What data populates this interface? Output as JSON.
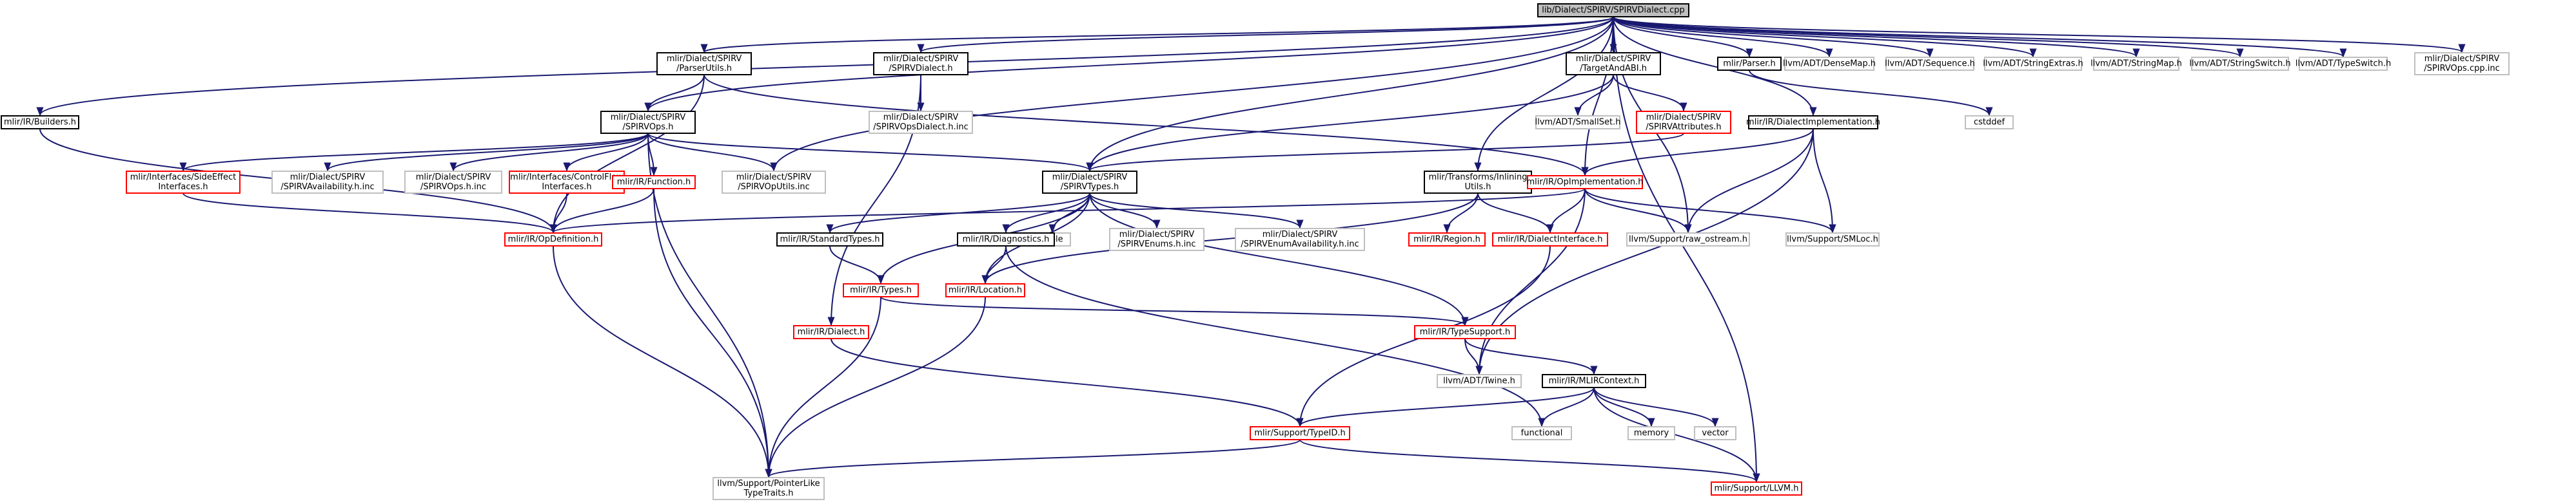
{
  "colors": {
    "edge": "#191970",
    "root_fill": "#bfbfbf",
    "node_fill": "#ffffff",
    "border_dark": "#000000",
    "border_red": "#ff0000",
    "border_grey": "#bfbfbf",
    "text": "#000000"
  },
  "nodes": [
    {
      "id": "root",
      "lines": [
        "lib/Dialect/SPIRV/SPIRVDialect.cpp"
      ],
      "style": "root"
    },
    {
      "id": "parserutils",
      "lines": [
        "mlir/Dialect/SPIRV",
        "/ParserUtils.h"
      ],
      "style": "dark"
    },
    {
      "id": "spirvdialect",
      "lines": [
        "mlir/Dialect/SPIRV",
        "/SPIRVDialect.h"
      ],
      "style": "dark"
    },
    {
      "id": "targetabi",
      "lines": [
        "mlir/Dialect/SPIRV",
        "/TargetAndABI.h"
      ],
      "style": "dark"
    },
    {
      "id": "parser",
      "lines": [
        "mlir/Parser.h"
      ],
      "style": "dark"
    },
    {
      "id": "densemap",
      "lines": [
        "llvm/ADT/DenseMap.h"
      ],
      "style": "grey"
    },
    {
      "id": "sequence",
      "lines": [
        "llvm/ADT/Sequence.h"
      ],
      "style": "grey"
    },
    {
      "id": "stringextras",
      "lines": [
        "llvm/ADT/StringExtras.h"
      ],
      "style": "grey"
    },
    {
      "id": "stringmap",
      "lines": [
        "llvm/ADT/StringMap.h"
      ],
      "style": "grey"
    },
    {
      "id": "stringswitch",
      "lines": [
        "llvm/ADT/StringSwitch.h"
      ],
      "style": "grey"
    },
    {
      "id": "typeswitch",
      "lines": [
        "llvm/ADT/TypeSwitch.h"
      ],
      "style": "grey"
    },
    {
      "id": "opscppinc",
      "lines": [
        "mlir/Dialect/SPIRV",
        "/SPIRVOps.cpp.inc"
      ],
      "style": "grey"
    },
    {
      "id": "builders",
      "lines": [
        "mlir/IR/Builders.h"
      ],
      "style": "dark"
    },
    {
      "id": "spirvops",
      "lines": [
        "mlir/Dialect/SPIRV",
        "/SPIRVOps.h"
      ],
      "style": "dark"
    },
    {
      "id": "opsdialectinc",
      "lines": [
        "mlir/Dialect/SPIRV",
        "/SPIRVOpsDialect.h.inc"
      ],
      "style": "grey"
    },
    {
      "id": "smallset",
      "lines": [
        "llvm/ADT/SmallSet.h"
      ],
      "style": "grey"
    },
    {
      "id": "spirvattrs",
      "lines": [
        "mlir/Dialect/SPIRV",
        "/SPIRVAttributes.h"
      ],
      "style": "red"
    },
    {
      "id": "dialectimpl",
      "lines": [
        "mlir/IR/DialectImplementation.h"
      ],
      "style": "dark"
    },
    {
      "id": "cstddef",
      "lines": [
        "cstddef"
      ],
      "style": "grey"
    },
    {
      "id": "sideeffect",
      "lines": [
        "mlir/Interfaces/SideEffect",
        "Interfaces.h"
      ],
      "style": "red"
    },
    {
      "id": "availinc",
      "lines": [
        "mlir/Dialect/SPIRV",
        "/SPIRVAvailability.h.inc"
      ],
      "style": "grey"
    },
    {
      "id": "opshinc",
      "lines": [
        "mlir/Dialect/SPIRV",
        "/SPIRVOps.h.inc"
      ],
      "style": "grey"
    },
    {
      "id": "controlflow",
      "lines": [
        "mlir/Interfaces/ControlFlow",
        "Interfaces.h"
      ],
      "style": "red"
    },
    {
      "id": "function",
      "lines": [
        "mlir/IR/Function.h"
      ],
      "style": "red"
    },
    {
      "id": "oputilsinc",
      "lines": [
        "mlir/Dialect/SPIRV",
        "/SPIRVOpUtils.inc"
      ],
      "style": "grey"
    },
    {
      "id": "spirvtypes",
      "lines": [
        "mlir/Dialect/SPIRV",
        "/SPIRVTypes.h"
      ],
      "style": "dark"
    },
    {
      "id": "inlining",
      "lines": [
        "mlir/Transforms/Inlining",
        "Utils.h"
      ],
      "style": "dark"
    },
    {
      "id": "opimpl",
      "lines": [
        "mlir/IR/OpImplementation.h"
      ],
      "style": "red"
    },
    {
      "id": "opdef",
      "lines": [
        "mlir/IR/OpDefinition.h"
      ],
      "style": "red"
    },
    {
      "id": "standardtypes",
      "lines": [
        "mlir/IR/StandardTypes.h"
      ],
      "style": "dark"
    },
    {
      "id": "tuple",
      "lines": [
        "tuple"
      ],
      "style": "grey"
    },
    {
      "id": "diagnostics",
      "lines": [
        "mlir/IR/Diagnostics.h"
      ],
      "style": "dark"
    },
    {
      "id": "enumshinc",
      "lines": [
        "mlir/Dialect/SPIRV",
        "/SPIRVEnums.h.inc"
      ],
      "style": "grey"
    },
    {
      "id": "enumavailinc",
      "lines": [
        "mlir/Dialect/SPIRV",
        "/SPIRVEnumAvailability.h.inc"
      ],
      "style": "grey"
    },
    {
      "id": "region",
      "lines": [
        "mlir/IR/Region.h"
      ],
      "style": "red"
    },
    {
      "id": "dialectiface",
      "lines": [
        "mlir/IR/DialectInterface.h"
      ],
      "style": "red"
    },
    {
      "id": "rawostream",
      "lines": [
        "llvm/Support/raw_ostream.h"
      ],
      "style": "grey"
    },
    {
      "id": "smloc",
      "lines": [
        "llvm/Support/SMLoc.h"
      ],
      "style": "grey"
    },
    {
      "id": "types",
      "lines": [
        "mlir/IR/Types.h"
      ],
      "style": "red"
    },
    {
      "id": "location",
      "lines": [
        "mlir/IR/Location.h"
      ],
      "style": "red"
    },
    {
      "id": "dialect",
      "lines": [
        "mlir/IR/Dialect.h"
      ],
      "style": "red"
    },
    {
      "id": "typesupport",
      "lines": [
        "mlir/IR/TypeSupport.h"
      ],
      "style": "red"
    },
    {
      "id": "twine",
      "lines": [
        "llvm/ADT/Twine.h"
      ],
      "style": "grey"
    },
    {
      "id": "mlircontext",
      "lines": [
        "mlir/IR/MLIRContext.h"
      ],
      "style": "dark"
    },
    {
      "id": "functional",
      "lines": [
        "functional"
      ],
      "style": "grey"
    },
    {
      "id": "memory",
      "lines": [
        "memory"
      ],
      "style": "grey"
    },
    {
      "id": "vector",
      "lines": [
        "vector"
      ],
      "style": "grey"
    },
    {
      "id": "typeid",
      "lines": [
        "mlir/Support/TypeID.h"
      ],
      "style": "red"
    },
    {
      "id": "pointerlike",
      "lines": [
        "llvm/Support/PointerLike",
        "TypeTraits.h"
      ],
      "style": "grey"
    },
    {
      "id": "llvmh",
      "lines": [
        "mlir/Support/LLVM.h"
      ],
      "style": "red"
    }
  ],
  "edges": [
    [
      "root",
      "parserutils"
    ],
    [
      "root",
      "spirvdialect"
    ],
    [
      "root",
      "targetabi"
    ],
    [
      "root",
      "parser"
    ],
    [
      "root",
      "densemap"
    ],
    [
      "root",
      "sequence"
    ],
    [
      "root",
      "stringextras"
    ],
    [
      "root",
      "stringmap"
    ],
    [
      "root",
      "stringswitch"
    ],
    [
      "root",
      "typeswitch"
    ],
    [
      "root",
      "opscppinc"
    ],
    [
      "root",
      "builders"
    ],
    [
      "root",
      "spirvops"
    ],
    [
      "root",
      "spirvtypes"
    ],
    [
      "root",
      "inlining"
    ],
    [
      "root",
      "dialectimpl"
    ],
    [
      "root",
      "rawostream"
    ],
    [
      "root",
      "opimpl"
    ],
    [
      "root",
      "llvmh"
    ],
    [
      "root",
      "oputilsinc"
    ],
    [
      "parserutils",
      "spirvops"
    ],
    [
      "parserutils",
      "opdef"
    ],
    [
      "parserutils",
      "opimpl"
    ],
    [
      "spirvdialect",
      "opsdialectinc"
    ],
    [
      "spirvdialect",
      "dialect"
    ],
    [
      "targetabi",
      "smallset"
    ],
    [
      "targetabi",
      "spirvattrs"
    ],
    [
      "targetabi",
      "spirvtypes"
    ],
    [
      "parser",
      "cstddef"
    ],
    [
      "builders",
      "opdef"
    ],
    [
      "spirvops",
      "sideeffect"
    ],
    [
      "spirvops",
      "availinc"
    ],
    [
      "spirvops",
      "opshinc"
    ],
    [
      "spirvops",
      "controlflow"
    ],
    [
      "spirvops",
      "function"
    ],
    [
      "spirvops",
      "oputilsinc"
    ],
    [
      "spirvops",
      "spirvtypes"
    ],
    [
      "spirvops",
      "pointerlike"
    ],
    [
      "spirvattrs",
      "spirvtypes"
    ],
    [
      "dialectimpl",
      "opimpl"
    ],
    [
      "dialectimpl",
      "smloc"
    ],
    [
      "dialectimpl",
      "twine"
    ],
    [
      "dialectimpl",
      "rawostream"
    ],
    [
      "sideeffect",
      "opdef"
    ],
    [
      "controlflow",
      "opdef"
    ],
    [
      "function",
      "opdef"
    ],
    [
      "function",
      "pointerlike"
    ],
    [
      "spirvtypes",
      "standardtypes"
    ],
    [
      "spirvtypes",
      "tuple"
    ],
    [
      "spirvtypes",
      "diagnostics"
    ],
    [
      "spirvtypes",
      "enumshinc"
    ],
    [
      "spirvtypes",
      "enumavailinc"
    ],
    [
      "spirvtypes",
      "types"
    ],
    [
      "spirvtypes",
      "location"
    ],
    [
      "spirvtypes",
      "typesupport"
    ],
    [
      "inlining",
      "region"
    ],
    [
      "inlining",
      "dialectiface"
    ],
    [
      "inlining",
      "location"
    ],
    [
      "opimpl",
      "opdef"
    ],
    [
      "opimpl",
      "rawostream"
    ],
    [
      "opimpl",
      "smloc"
    ],
    [
      "opimpl",
      "twine"
    ],
    [
      "opimpl",
      "dialectiface"
    ],
    [
      "opdef",
      "pointerlike"
    ],
    [
      "standardtypes",
      "types"
    ],
    [
      "diagnostics",
      "location"
    ],
    [
      "diagnostics",
      "functional"
    ],
    [
      "dialectiface",
      "typeid"
    ],
    [
      "types",
      "typesupport"
    ],
    [
      "types",
      "pointerlike"
    ],
    [
      "location",
      "pointerlike"
    ],
    [
      "dialect",
      "typeid"
    ],
    [
      "typesupport",
      "twine"
    ],
    [
      "typesupport",
      "mlircontext"
    ],
    [
      "mlircontext",
      "functional"
    ],
    [
      "mlircontext",
      "memory"
    ],
    [
      "mlircontext",
      "vector"
    ],
    [
      "mlircontext",
      "typeid"
    ],
    [
      "mlircontext",
      "llvmh"
    ],
    [
      "typeid",
      "pointerlike"
    ],
    [
      "typeid",
      "llvmh"
    ]
  ]
}
